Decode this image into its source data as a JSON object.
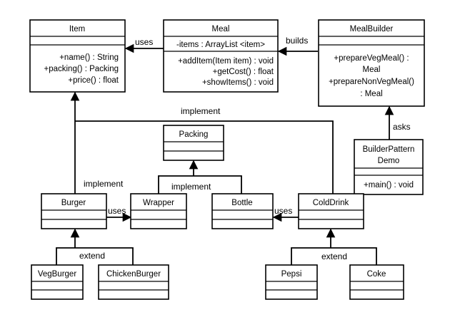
{
  "classes": {
    "item": {
      "name": "Item",
      "methods": [
        "+name() : String",
        "+packing() : Packing",
        "+price() : float"
      ]
    },
    "meal": {
      "name": "Meal",
      "attribute": "-items : ArrayList <item>",
      "methods": [
        "+addItem(Item item) : void",
        "+getCost() : float",
        "+showItems() : void"
      ]
    },
    "meal_builder": {
      "name": "MealBuilder",
      "methods": [
        "+prepareVegMeal() :",
        "Meal",
        "+prepareNonVegMeal()",
        ": Meal"
      ]
    },
    "builder_demo": {
      "name_line1": "BuilderPattern",
      "name_line2": "Demo",
      "methods": [
        "+main() : void"
      ]
    },
    "packing": {
      "name": "Packing"
    },
    "burger": {
      "name": "Burger"
    },
    "wrapper": {
      "name": "Wrapper"
    },
    "bottle": {
      "name": "Bottle"
    },
    "cold_drink": {
      "name": "ColdDrink"
    },
    "veg_burger": {
      "name": "VegBurger"
    },
    "chicken_burger": {
      "name": "ChickenBurger"
    },
    "pepsi": {
      "name": "Pepsi"
    },
    "coke": {
      "name": "Coke"
    }
  },
  "labels": {
    "uses_item": "uses",
    "builds": "builds",
    "implement_top": "implement",
    "implement_left": "implement",
    "implement_packing": "implement",
    "asks": "asks",
    "uses_burger": "uses",
    "uses_colddrink": "uses",
    "extend_left": "extend",
    "extend_right": "extend"
  }
}
